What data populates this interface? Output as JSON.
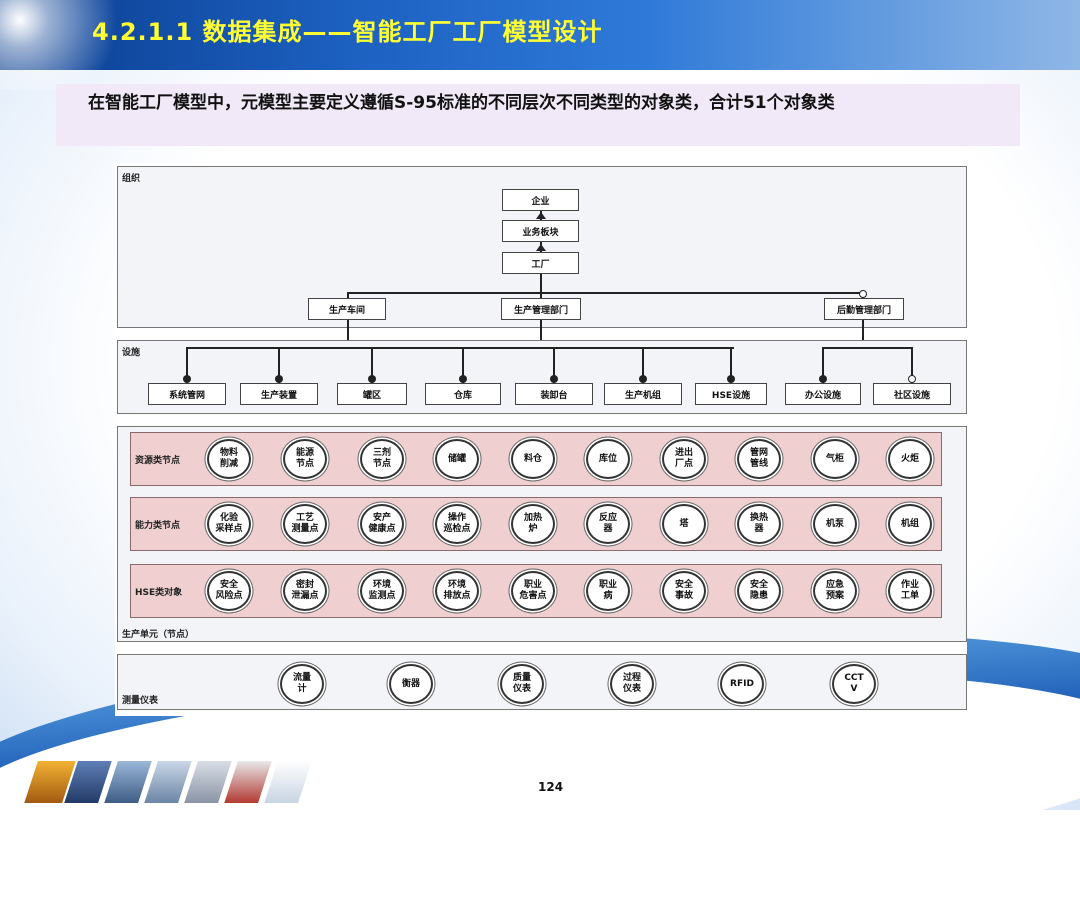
{
  "title": "4.2.1.1 数据集成——智能工厂工厂模型设计",
  "subtitle": "在智能工厂模型中，元模型主要定义遵循S-95标准的不同层次不同类型的对象类，合计51个对象类",
  "diagram": {
    "org": {
      "label": "组织",
      "chain": [
        "企业",
        "业务板块",
        "工厂"
      ],
      "departments": [
        "生产车间",
        "生产管理部门",
        "后勤管理部门"
      ]
    },
    "facilities": {
      "label": "设施",
      "items": [
        "系统管网",
        "生产装置",
        "罐区",
        "仓库",
        "装卸台",
        "生产机组",
        "HSE设施",
        "办公设施",
        "社区设施"
      ]
    },
    "production_units": {
      "label": "生产单元（节点）",
      "rows": [
        {
          "label": "资源类节点",
          "nodes": [
            "物料\n削减",
            "能源\n节点",
            "三剂\n节点",
            "储罐",
            "料仓",
            "库位",
            "进出\n厂点",
            "管网\n管线",
            "气柜",
            "火炬"
          ]
        },
        {
          "label": "能力类节点",
          "nodes": [
            "化验\n采样点",
            "工艺\n测量点",
            "安产\n健康点",
            "操作\n巡检点",
            "加热\n炉",
            "反应\n器",
            "塔",
            "换热\n器",
            "机泵",
            "机组"
          ]
        },
        {
          "label": "HSE类对象",
          "nodes": [
            "安全\n风险点",
            "密封\n泄漏点",
            "环境\n监测点",
            "环境\n排放点",
            "职业\n危害点",
            "职业\n病",
            "安全\n事故",
            "安全\n隐患",
            "应急\n预案",
            "作业\n工单"
          ]
        }
      ]
    },
    "instruments": {
      "label": "测量仪表",
      "nodes": [
        "流量\n计",
        "衡器",
        "质量\n仪表",
        "过程\n仪表",
        "RFID",
        "CCT\nV"
      ]
    }
  },
  "page_number": "124",
  "colors": {
    "title_text": "#ffff33",
    "header_band": "#1e63c4",
    "subtitle_bg": "#f1e9f7",
    "row_fill": "#efcfcf",
    "section_fill": "#f3f4f8"
  }
}
